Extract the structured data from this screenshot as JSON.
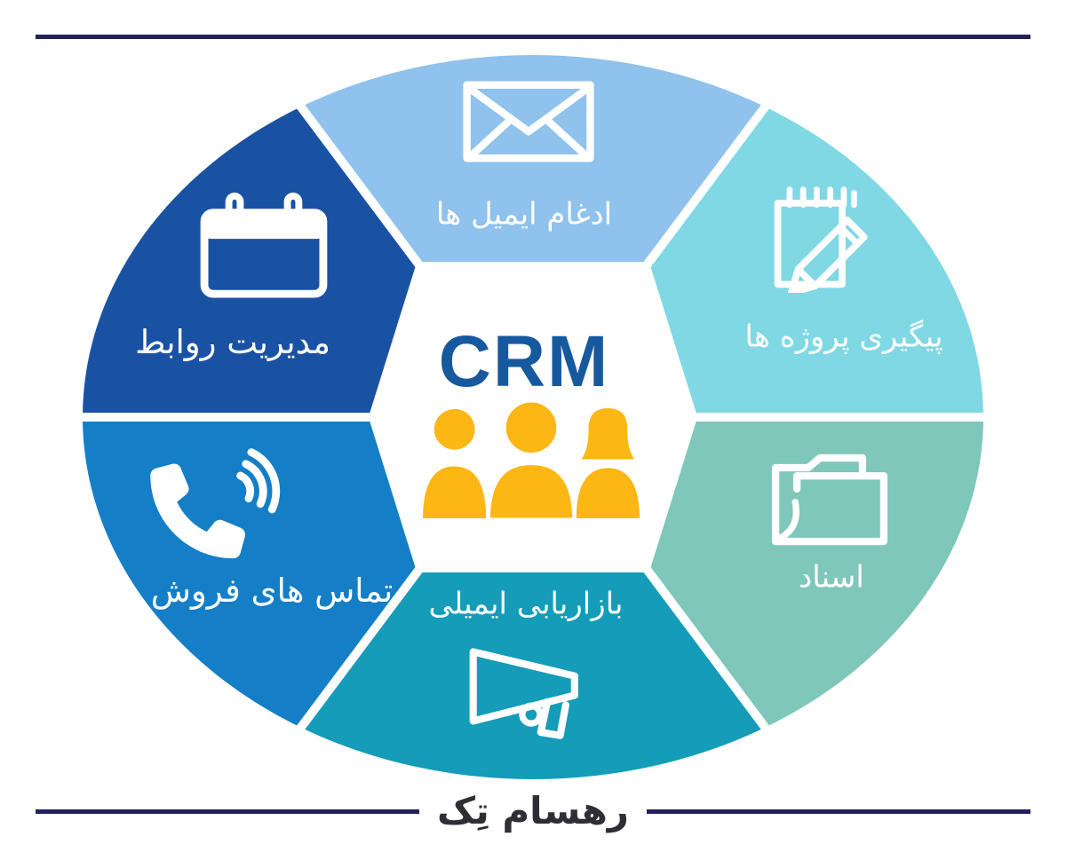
{
  "center": {
    "title": "CRM",
    "icon": "people-group-icon"
  },
  "segments": [
    {
      "id": "email-integration",
      "label": "ادغام ایمیل ها",
      "icon": "envelope-icon",
      "color": "#8FC2ED"
    },
    {
      "id": "project-tracking",
      "label": "پیگیری پروژه ها",
      "icon": "notepad-pencil-icon",
      "color": "#7FD8E4"
    },
    {
      "id": "documents",
      "label": "اسناد",
      "icon": "folder-icon",
      "color": "#7FC6BB"
    },
    {
      "id": "email-marketing",
      "label": "بازاریابی ایمیلی",
      "icon": "megaphone-icon",
      "color": "#149CB8"
    },
    {
      "id": "sales-calls",
      "label": "تماس های فروش",
      "icon": "phone-icon",
      "color": "#147FC6"
    },
    {
      "id": "relationship-management",
      "label": "مدیریت روابط",
      "icon": "calendar-icon",
      "color": "#1A52A3"
    }
  ],
  "footer": {
    "brand": "رهسام تِک"
  },
  "colors": {
    "crm_text": "#17599F",
    "people": "#FDB714",
    "rule": "#23205C",
    "brand_text": "#2F2D35",
    "label_text": "#FFFFFF",
    "background": "#FFFFFF"
  }
}
